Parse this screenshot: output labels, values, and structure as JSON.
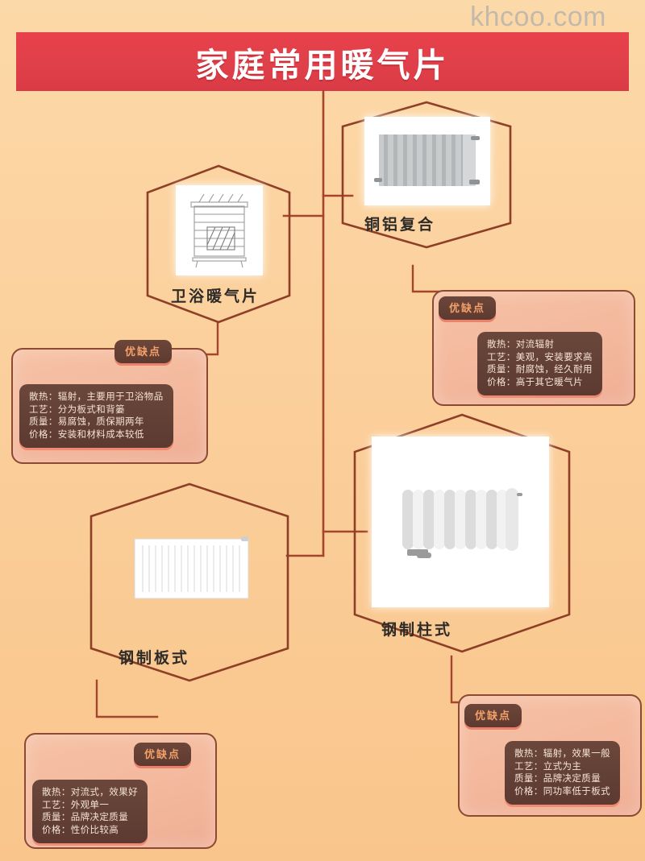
{
  "watermark": "khcoo.com",
  "header": {
    "title": "家庭常用暖气片",
    "banner_color": "#e0404a",
    "title_color": "#ffffff"
  },
  "theme": {
    "background_top": "#fcd9a8",
    "background_bottom": "#f9c58c",
    "line_color": "#a4452c",
    "card_fill": "#f3b79c",
    "card_border": "#8c4a32",
    "panel_fill": "#5c3a31",
    "tag_text": "#f4a06a",
    "panel_text": "#f6e3d2"
  },
  "labels": {
    "pros_cons": "优缺点",
    "field_heat": "散热",
    "field_craft": "工艺",
    "field_quality": "质量",
    "field_price": "价格"
  },
  "nodes": [
    {
      "id": "bathroom",
      "name": "卫浴暖气片",
      "icon": "bathroom-radiator-illustration",
      "details": {
        "tag": "优缺点",
        "lines": [
          "散热：辐射，主要用于卫浴物品",
          "工艺：分为板式和背篓",
          "质量：易腐蚀，质保期两年",
          "价格：安装和材料成本较低"
        ]
      }
    },
    {
      "id": "copper-aluminum",
      "name": "铜铝复合",
      "icon": "copper-aluminum-radiator-photo",
      "details": {
        "tag": "优缺点",
        "lines": [
          "散热：对流辐射",
          "工艺：美观，安装要求高",
          "质量：耐腐蚀，经久耐用",
          "价格：高于其它暖气片"
        ]
      }
    },
    {
      "id": "steel-panel",
      "name": "钢制板式",
      "icon": "steel-panel-radiator-photo",
      "details": {
        "tag": "优缺点",
        "lines": [
          "散热：对流式，效果好",
          "工艺：外观单一",
          "质量：品牌决定质量",
          "价格：性价比较高"
        ]
      }
    },
    {
      "id": "steel-column",
      "name": "钢制柱式",
      "icon": "steel-column-radiator-photo",
      "details": {
        "tag": "优缺点",
        "lines": [
          "散热：辐射，效果一般",
          "工艺：立式为主",
          "质量：品牌决定质量",
          "价格：同功率低于板式"
        ]
      }
    }
  ]
}
